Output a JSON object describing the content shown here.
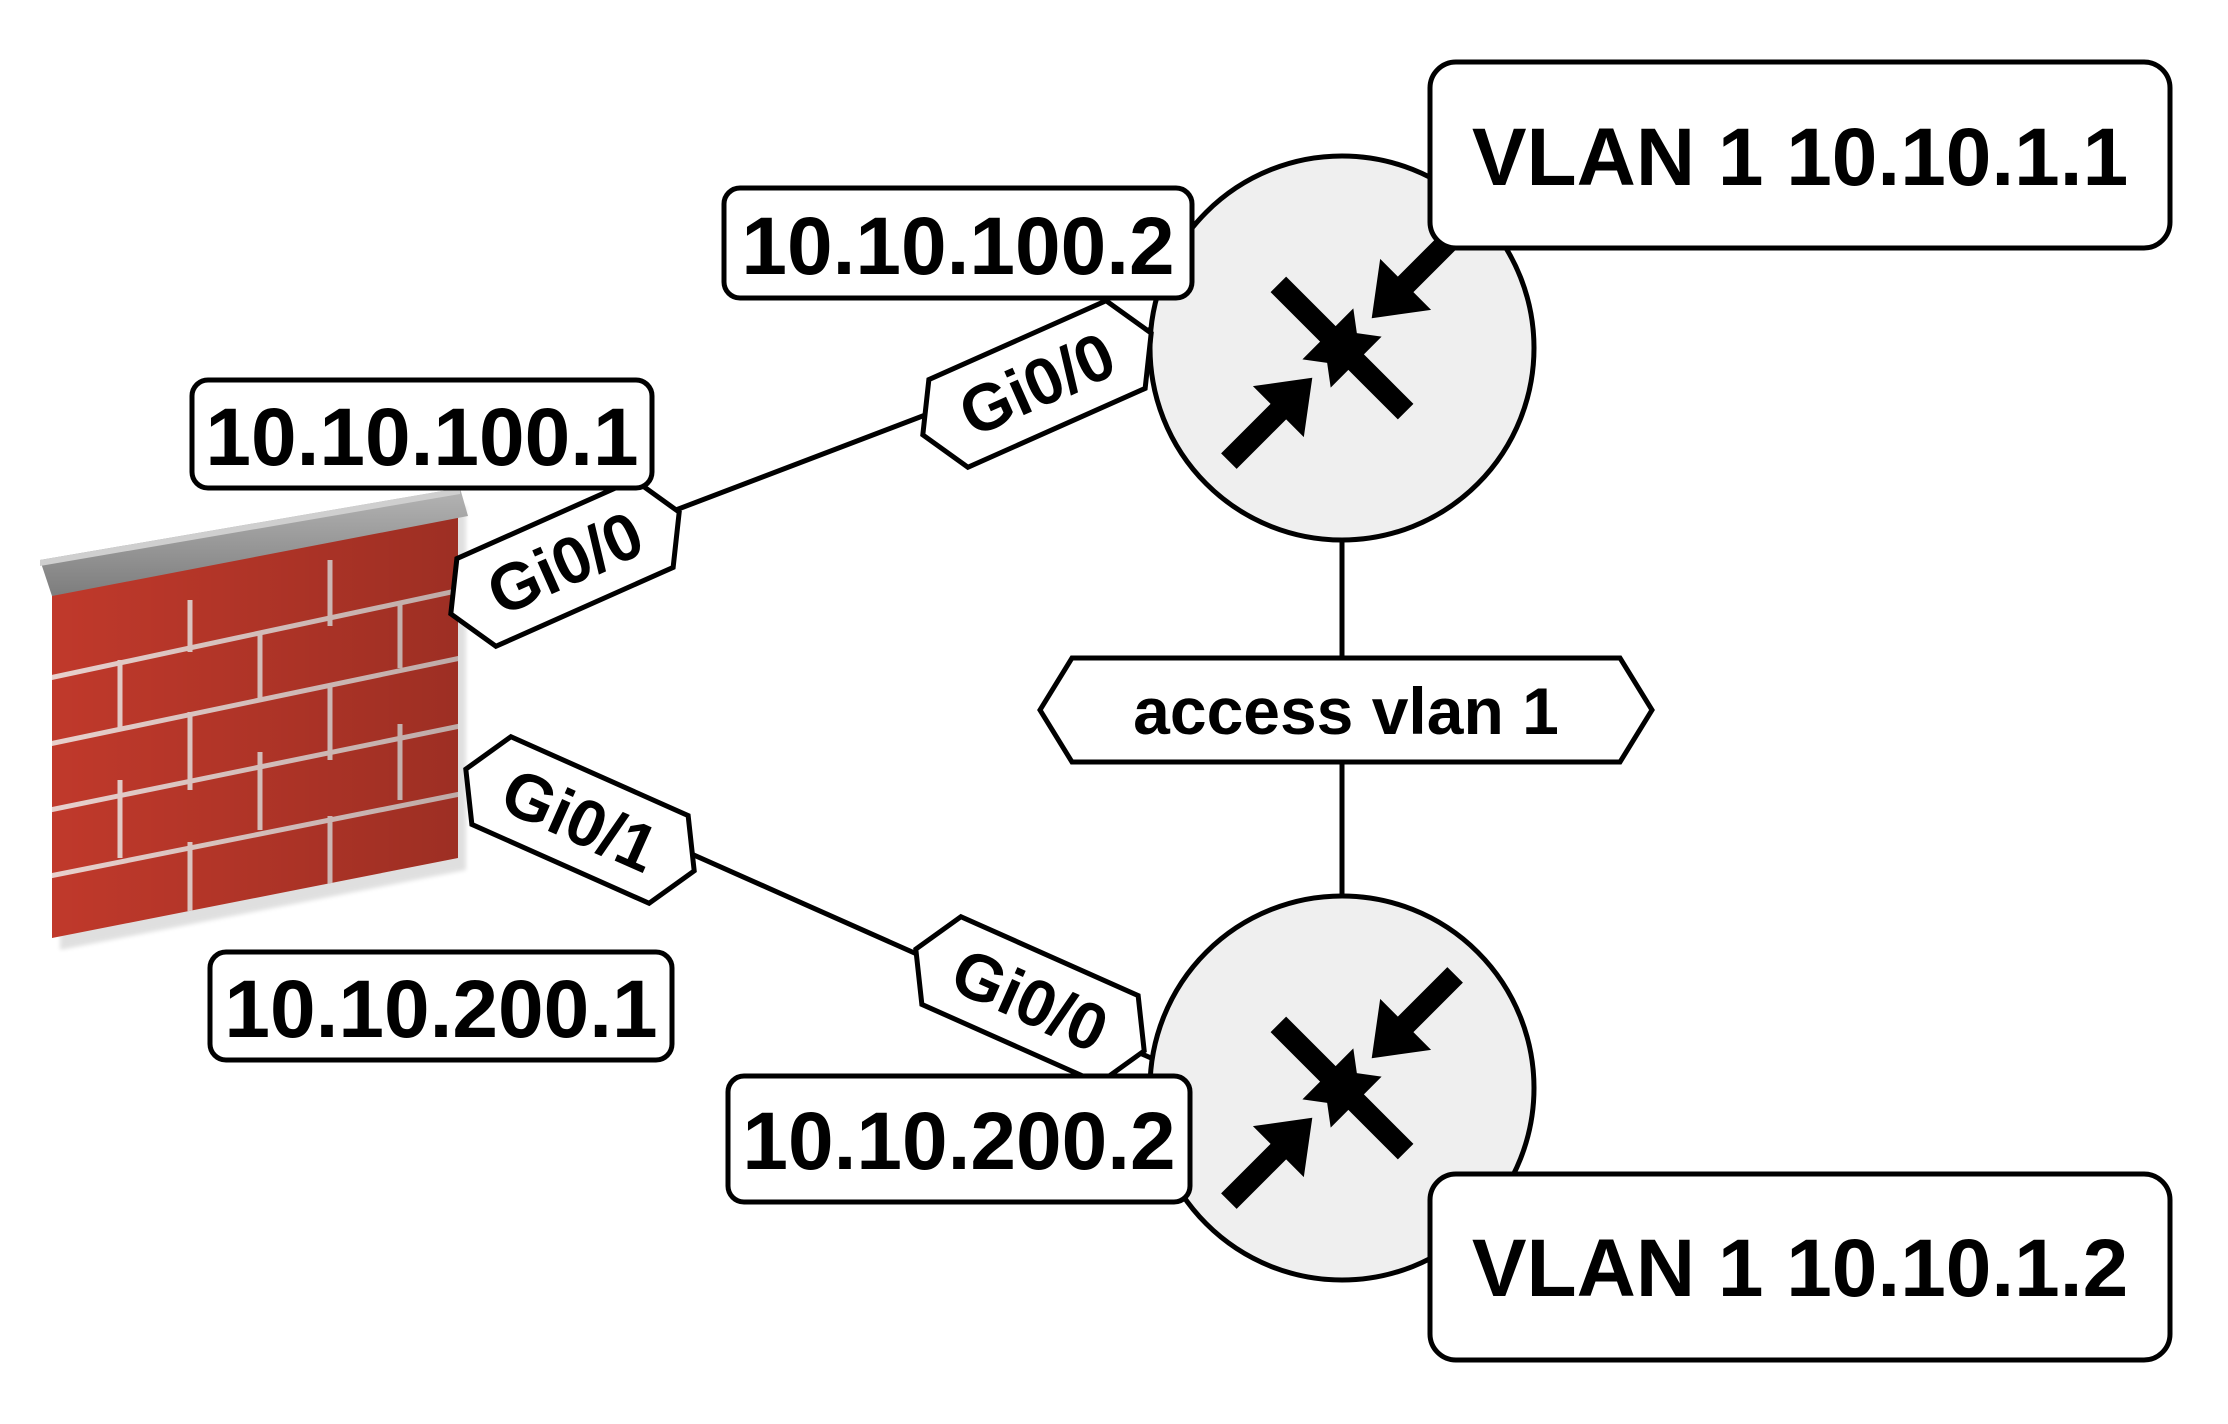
{
  "diagram": {
    "firewall": {
      "icon": "firewall-brick-wall-icon",
      "ip_top": "10.10.100.1",
      "ip_bottom": "10.10.200.1",
      "port_top": "Gi0/0",
      "port_bottom": "Gi0/1"
    },
    "router_top": {
      "icon": "router-icon",
      "ip": "10.10.100.2",
      "port": "Gi0/0",
      "vlan": "VLAN 1 10.10.1.1"
    },
    "router_bottom": {
      "icon": "router-icon",
      "ip": "10.10.200.2",
      "port": "Gi0/0",
      "vlan": "VLAN 1 10.10.1.2"
    },
    "trunk": {
      "label": "access vlan 1"
    }
  },
  "colors": {
    "brick": "#c0392b",
    "mortar": "#d9d9d9",
    "router_fill": "#efefef",
    "line": "#000000"
  }
}
